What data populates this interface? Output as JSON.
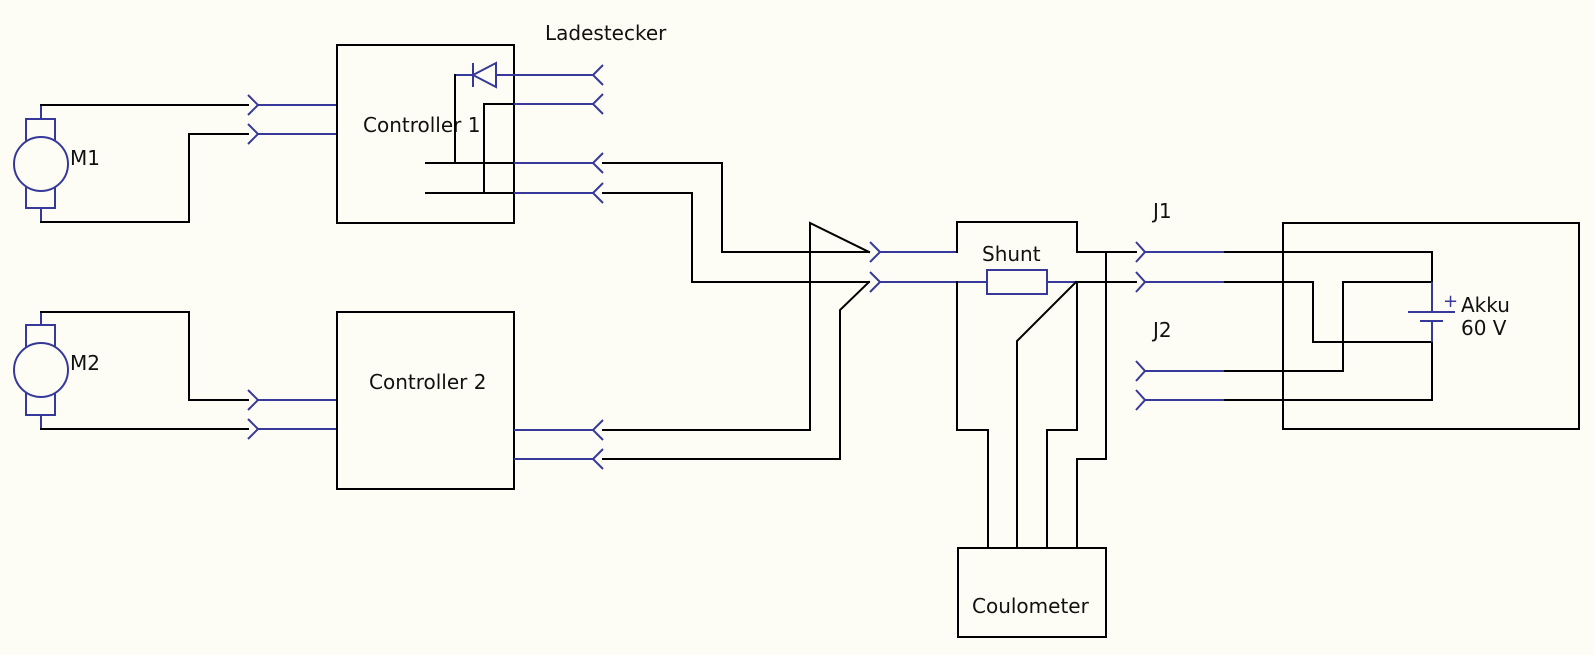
{
  "diagram": {
    "labels": {
      "motor1": "M1",
      "motor2": "M2",
      "controller1": "Controller 1",
      "controller2": "Controller 2",
      "charge_connector": "Ladestecker",
      "shunt": "Shunt",
      "coulometer": "Coulometer",
      "connector_j1": "J1",
      "connector_j2": "J2",
      "battery_name": "Akku",
      "battery_voltage": "60 V",
      "battery_plus": "+"
    },
    "colors": {
      "background": "#fdfdf5",
      "wire": "#000000",
      "component": "#36399a"
    }
  }
}
